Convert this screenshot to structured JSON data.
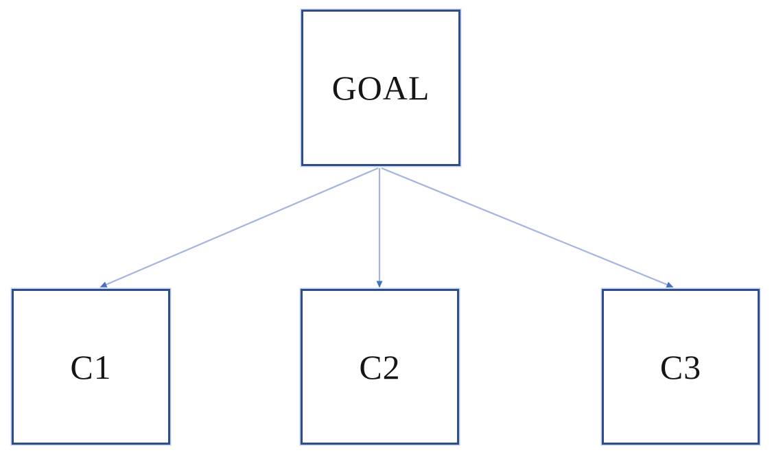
{
  "diagram": {
    "type": "hierarchy-flowchart",
    "nodes": [
      {
        "id": "goal",
        "label": "GOAL",
        "role": "root"
      },
      {
        "id": "c1",
        "label": "C1",
        "role": "child"
      },
      {
        "id": "c2",
        "label": "C2",
        "role": "child"
      },
      {
        "id": "c3",
        "label": "C3",
        "role": "child"
      }
    ],
    "edges": [
      {
        "from": "goal",
        "to": "c1",
        "style": "arrow"
      },
      {
        "from": "goal",
        "to": "c2",
        "style": "arrow"
      },
      {
        "from": "goal",
        "to": "c3",
        "style": "arrow"
      }
    ],
    "colors": {
      "background": "#ffffff",
      "box_border": "#2e4e8a",
      "arrow_line": "#a4b6e0",
      "arrow_head": "#4472c4",
      "text": "#151515"
    }
  }
}
